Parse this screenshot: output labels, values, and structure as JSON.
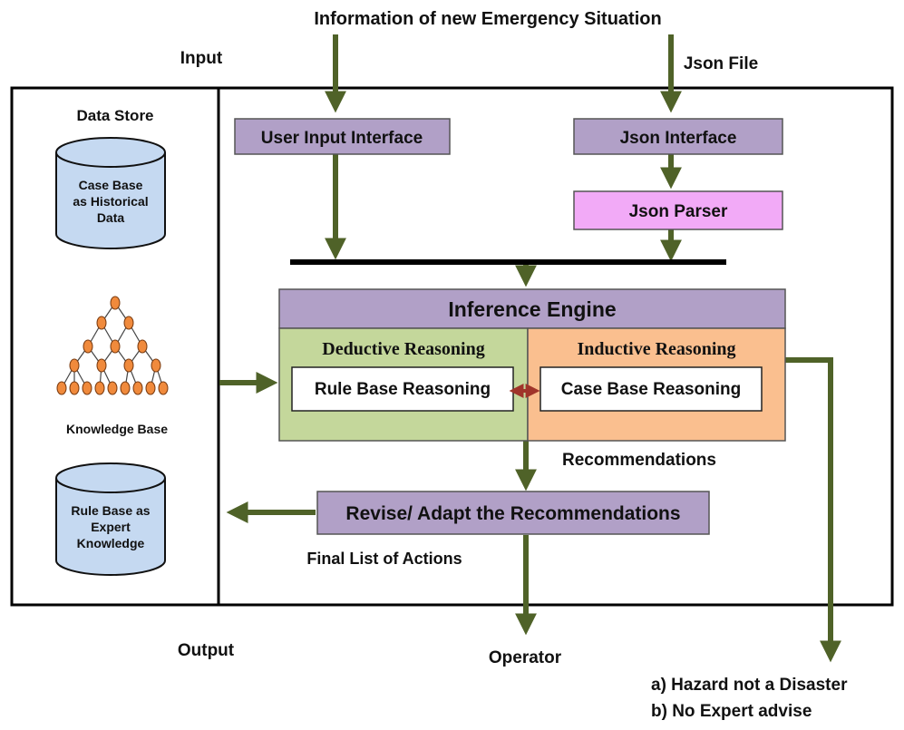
{
  "top_label": "Information of new Emergency Situation",
  "input_label": "Input",
  "json_file_label": "Json File",
  "data_store": {
    "title": "Data Store",
    "case_base": [
      "Case Base",
      "as Historical",
      "Data"
    ],
    "knowledge_base_label": "Knowledge Base",
    "rule_base": [
      "Rule Base as",
      "Expert",
      "Knowledge"
    ]
  },
  "user_input_interface": "User Input Interface",
  "json_interface": "Json  Interface",
  "json_parser": "Json  Parser",
  "inference_engine": {
    "title": "Inference Engine",
    "deductive": {
      "title": "Deductive Reasoning",
      "inner": "Rule Base Reasoning"
    },
    "inductive": {
      "title": "Inductive Reasoning",
      "inner": "Case Base Reasoning"
    }
  },
  "recommendations_label": "Recommendations",
  "revise_box": "Revise/ Adapt the Recommendations",
  "final_list_label": "Final List of Actions",
  "output_label": "Output",
  "operator_label": "Operator",
  "outcomes": [
    "a)  Hazard not a Disaster",
    "b)  No Expert advise"
  ],
  "colors": {
    "arrow": "#4f6228",
    "interface_box": "#b1a0c7",
    "parser_box": "#f2aaf7",
    "deductive_bg": "#c4d79b",
    "inductive_bg": "#fabf8f",
    "cylinder": "#c5d9f1",
    "tree_node": "#f08a3c",
    "bidirectional_arrow": "#a0342a"
  }
}
